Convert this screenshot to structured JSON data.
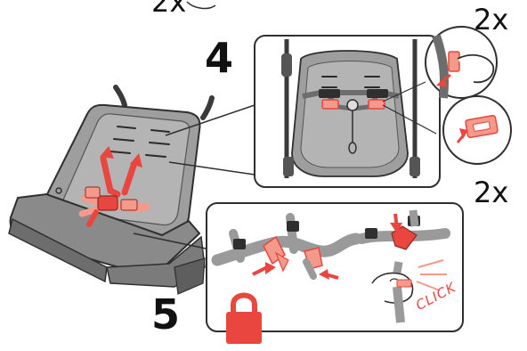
{
  "steps": {
    "step4": "4",
    "step5": "5"
  },
  "multipliers": {
    "top_cut": "2x",
    "top_right": "2x",
    "bottom_right": "2x"
  },
  "click_text": "CLICK",
  "colors": {
    "accent": "#e8463f",
    "accent_light": "#f59a8a",
    "frame_gray": "#3a3a3a",
    "fabric_gray": "#9a9a9a",
    "fabric_dark": "#6d6d6d"
  },
  "icons": {
    "lock": "lock-icon",
    "arrow": "arrow-icon"
  }
}
